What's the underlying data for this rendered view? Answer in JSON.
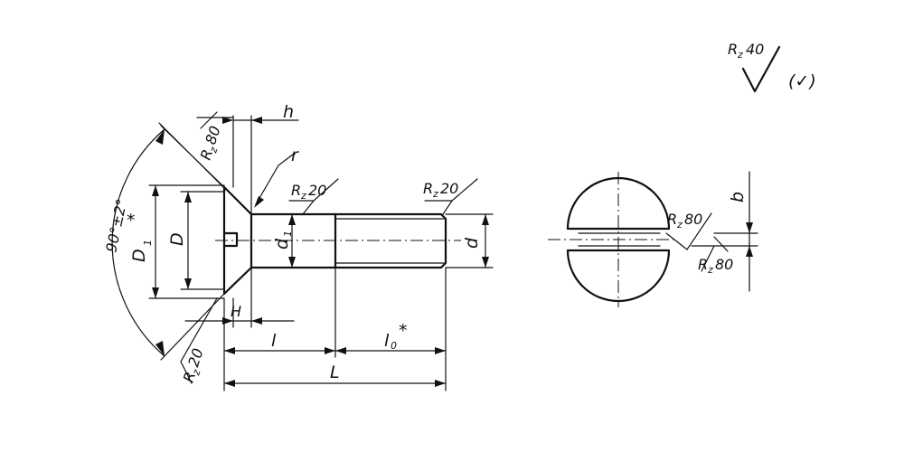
{
  "labels": {
    "h": "h",
    "r": "r",
    "angle": "90°±2°",
    "d1_head": "D",
    "d1_head_sub": "1",
    "star": "*",
    "d_head": "D",
    "d1_shank": "d",
    "d1_shank_sub": "1",
    "d_thread": "d",
    "H": "H",
    "l": "l",
    "l0": "l",
    "l0_sub": "0",
    "L": "L",
    "b": "b"
  },
  "roughness": {
    "prefix": "R",
    "subscript": "z",
    "general": "40",
    "general_paren": "(✓)",
    "head_top": "80",
    "shank": "20",
    "thread": "20",
    "cone": "20",
    "slot_a": "80",
    "slot_b": "80"
  }
}
